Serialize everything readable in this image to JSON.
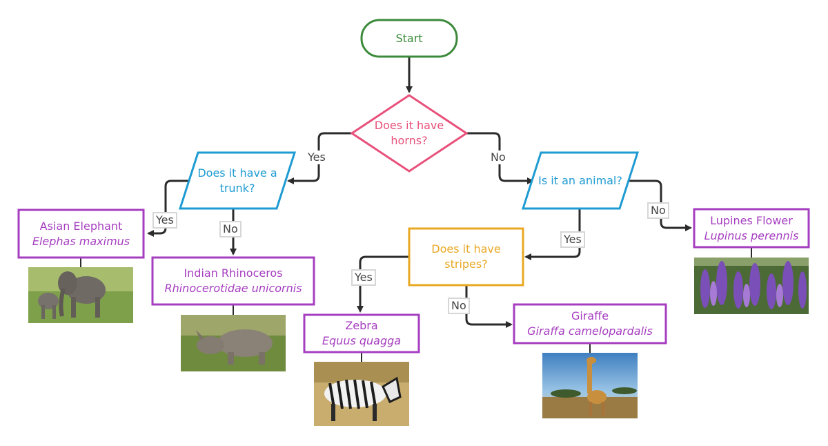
{
  "nodes": {
    "start": {
      "label": "Start"
    },
    "horns": {
      "line1": "Does it have",
      "line2": "horns?"
    },
    "trunk": {
      "line1": "Does it have a",
      "line2": "trunk?"
    },
    "animal": {
      "line1": "Is it an animal?"
    },
    "stripes": {
      "line1": "Does it have",
      "line2": "stripes?"
    },
    "elephant": {
      "common": "Asian Elephant",
      "scientific": "Elephas maximus"
    },
    "rhino": {
      "common": "Indian Rhinoceros",
      "scientific": "Rhinocerotidae unicornis"
    },
    "zebra": {
      "common": "Zebra",
      "scientific": "Equus quagga"
    },
    "giraffe": {
      "common": "Giraffe",
      "scientific": "Giraffa camelopardalis"
    },
    "lupines": {
      "common": "Lupines Flower",
      "scientific": "Lupinus perennis"
    }
  },
  "edges": {
    "yes": "Yes",
    "no": "No"
  },
  "colors": {
    "start": "#3b8a3a",
    "decision": "#e8507a",
    "question": "#1e9bd2",
    "stripes": "#e9a823",
    "result": "#a63ec0",
    "connector": "#2b2b2b"
  }
}
